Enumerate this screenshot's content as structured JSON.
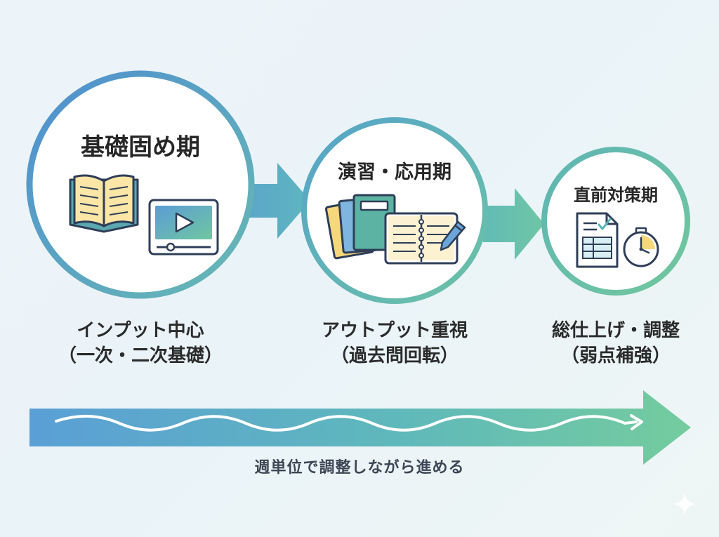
{
  "phases": [
    {
      "title": "基礎固め期",
      "caption_line1": "インプット中心",
      "caption_line2": "（一次・二次基礎）",
      "icons": [
        "open-book-icon",
        "video-player-icon"
      ]
    },
    {
      "title": "演習・応用期",
      "caption_line1": "アウトプット重視",
      "caption_line2": "（過去問回転）",
      "icons": [
        "workbook-stack-icon",
        "spiral-notebook-icon",
        "pen-icon"
      ]
    },
    {
      "title": "直前対策期",
      "caption_line1": "総仕上げ・調整",
      "caption_line2": "（弱点補強）",
      "icons": [
        "checklist-document-icon",
        "stopwatch-icon"
      ]
    }
  ],
  "timeline": {
    "label": "週単位で調整しながら進める"
  },
  "colors": {
    "blue": "#5b9bd5",
    "teal": "#5ab3b4",
    "green": "#6dc69d",
    "yellow": "#f5d77c",
    "navy": "#2f3e57"
  }
}
